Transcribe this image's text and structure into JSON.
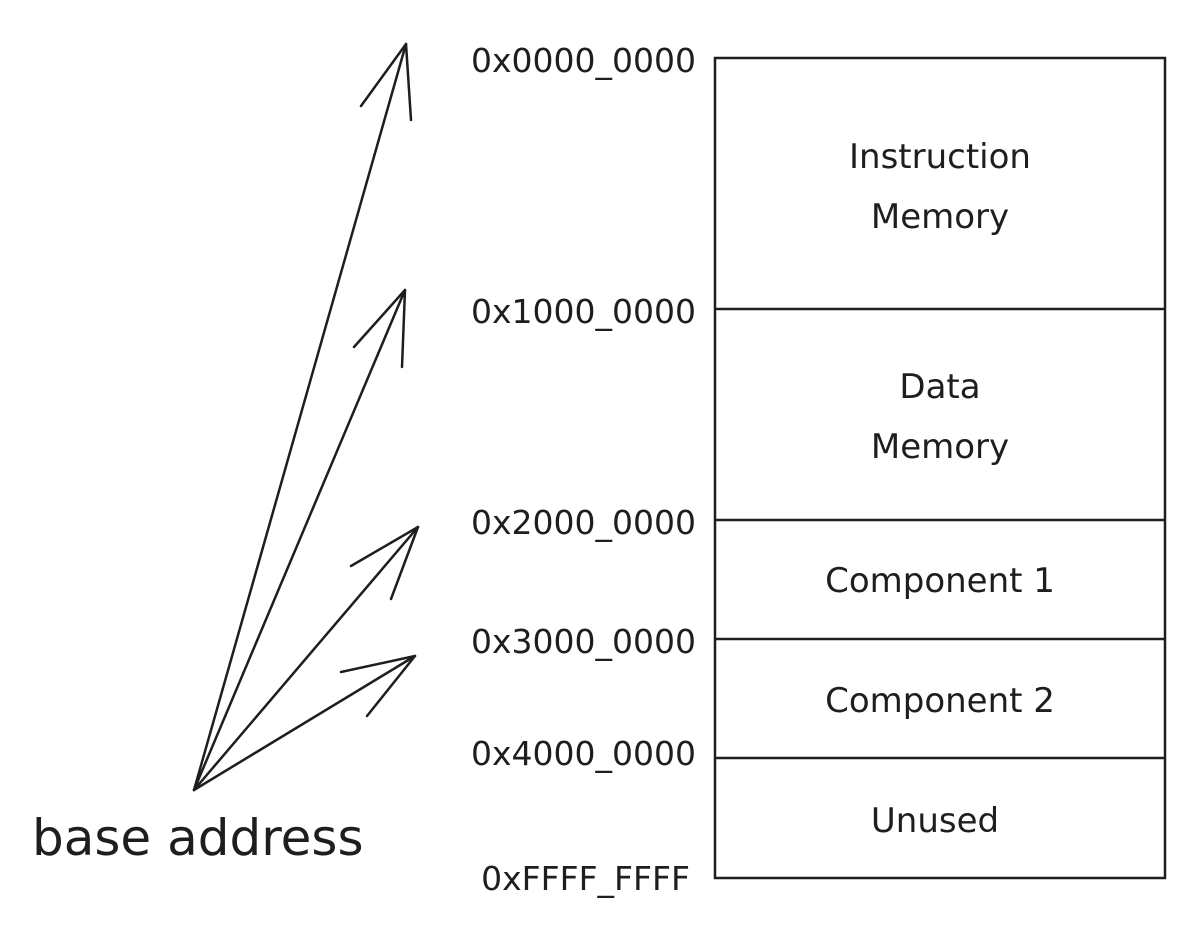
{
  "diagram": {
    "caption": "base address",
    "addresses": [
      "0x0000_0000",
      "0x1000_0000",
      "0x2000_0000",
      "0x3000_0000",
      "0x4000_0000",
      "0xFFFF_FFFF"
    ],
    "regions": [
      {
        "lines": [
          "Instruction",
          "Memory"
        ]
      },
      {
        "lines": [
          "Data",
          "Memory"
        ]
      },
      {
        "lines": [
          "Component 1"
        ]
      },
      {
        "lines": [
          "Component 2"
        ]
      },
      {
        "lines": [
          "Unused"
        ]
      }
    ],
    "colors": {
      "ink": "#1e1e1e",
      "background": "#ffffff"
    }
  }
}
